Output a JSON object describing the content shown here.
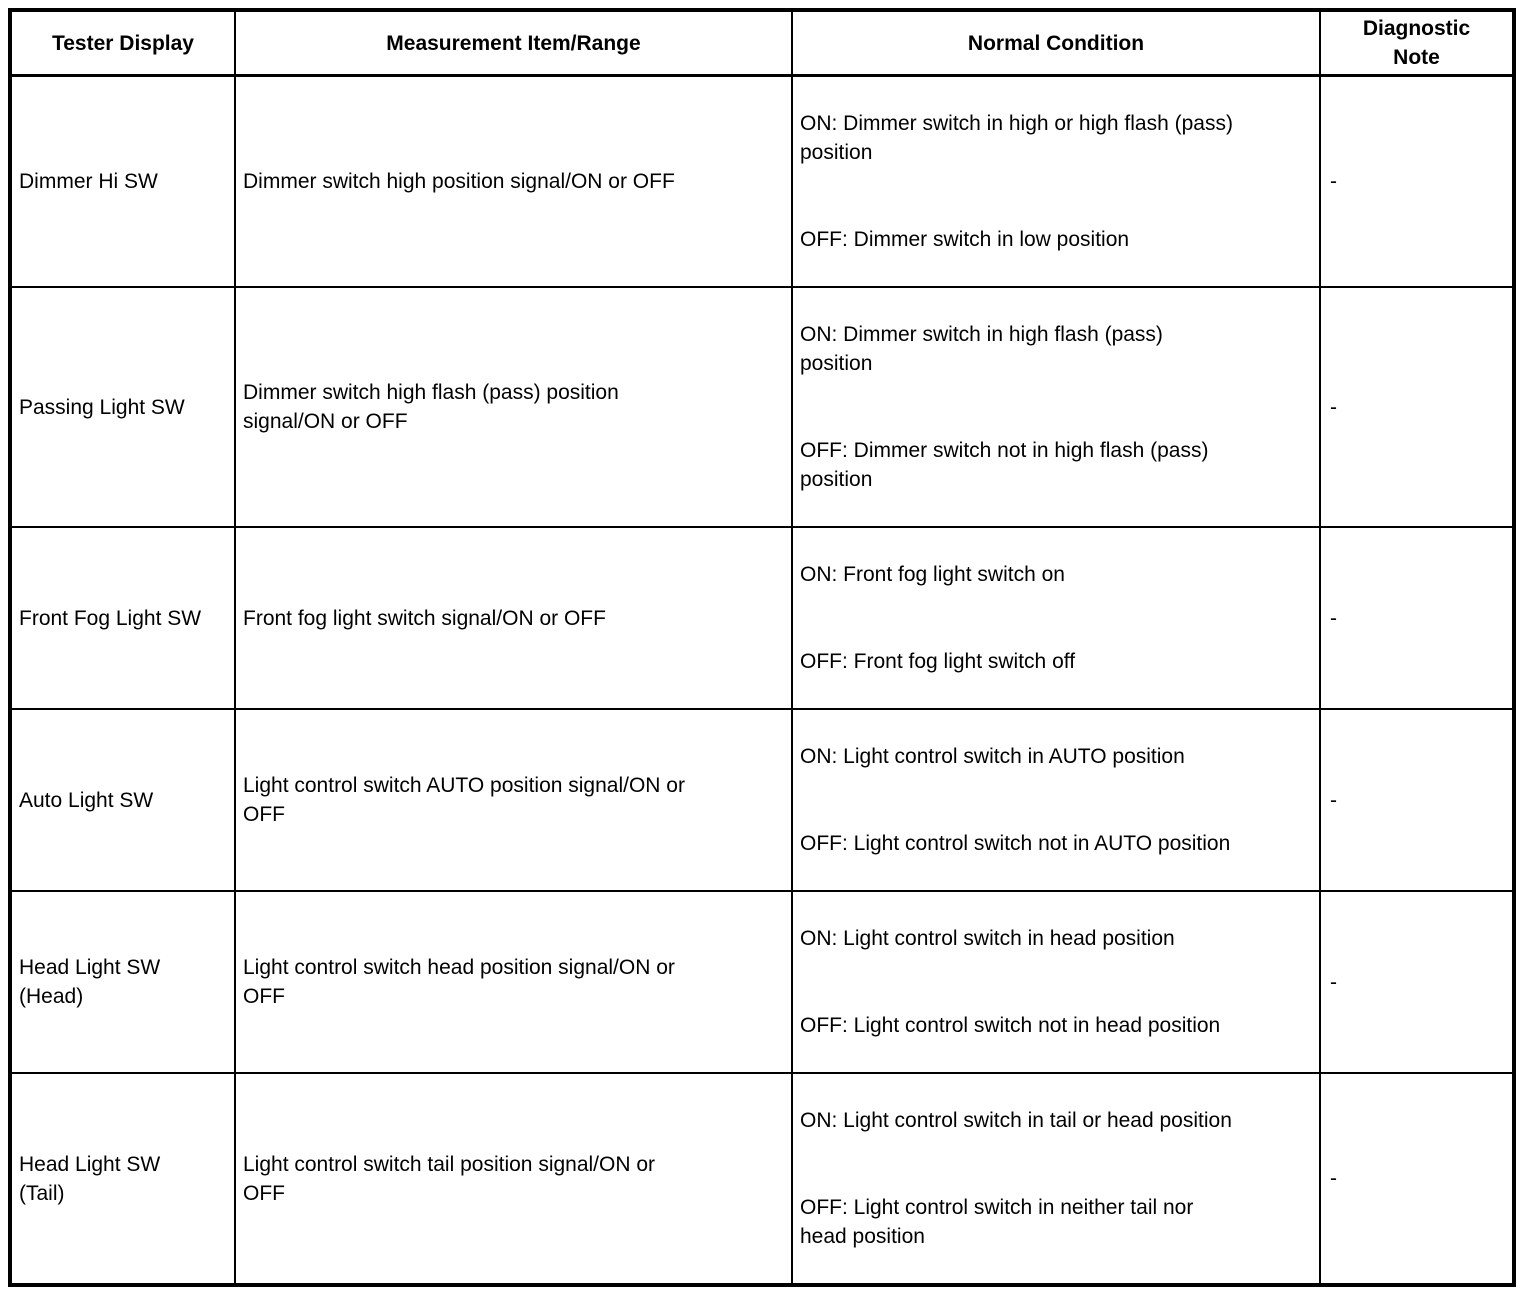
{
  "colors": {
    "background": "#ffffff",
    "border": "#000000",
    "text": "#000000"
  },
  "table": {
    "headers": {
      "tester_display": "Tester Display",
      "measurement": "Measurement Item/Range",
      "normal_condition": "Normal Condition",
      "diagnostic_note": "Diagnostic\nNote"
    },
    "rows": [
      {
        "tester_display": "Dimmer Hi SW",
        "measurement": "Dimmer switch high position signal/ON or OFF",
        "normal_on": "ON: Dimmer switch in high or high flash (pass)\nposition",
        "normal_off": "OFF: Dimmer switch in low position",
        "diagnostic_note": "-"
      },
      {
        "tester_display": "Passing Light SW",
        "measurement": "Dimmer switch high flash (pass) position\nsignal/ON or OFF",
        "normal_on": "ON: Dimmer switch in high flash (pass)\nposition",
        "normal_off": "OFF: Dimmer switch not in high flash (pass)\nposition",
        "diagnostic_note": "-"
      },
      {
        "tester_display": "Front Fog Light SW",
        "measurement": "Front fog light switch signal/ON or OFF",
        "normal_on": "ON: Front fog light switch on",
        "normal_off": "OFF: Front fog light switch off",
        "diagnostic_note": "-"
      },
      {
        "tester_display": "Auto Light SW",
        "measurement": "Light control switch AUTO position signal/ON or\nOFF",
        "normal_on": "ON: Light control switch in AUTO position",
        "normal_off": "OFF: Light control switch not in AUTO position",
        "diagnostic_note": "-"
      },
      {
        "tester_display": "Head Light SW\n(Head)",
        "measurement": "Light control switch head position signal/ON or\nOFF",
        "normal_on": "ON: Light control switch in head position",
        "normal_off": "OFF: Light control switch not in head position",
        "diagnostic_note": "-"
      },
      {
        "tester_display": "Head Light SW\n(Tail)",
        "measurement": "Light control switch tail position signal/ON or\nOFF",
        "normal_on": "ON: Light control switch in tail or head position",
        "normal_off": "OFF: Light control switch in neither tail nor\nhead position",
        "diagnostic_note": "-"
      }
    ]
  }
}
